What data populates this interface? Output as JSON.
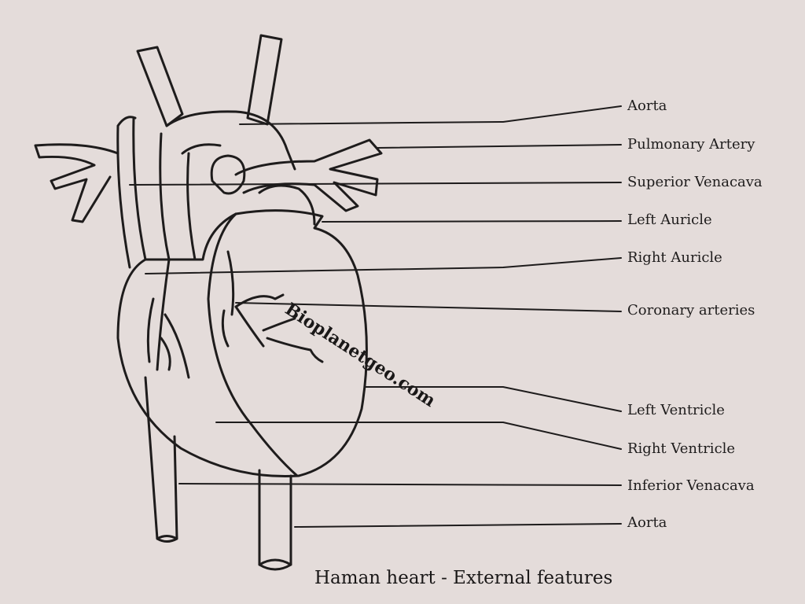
{
  "title": "Haman heart - External features",
  "watermark": "Bioplanetgeo.com",
  "labels": [
    {
      "text": "Aorta"
    },
    {
      "text": "Pulmonary Artery"
    },
    {
      "text": "Superior Venacava"
    },
    {
      "text": "Left Auricle"
    },
    {
      "text": "Right Auricle"
    },
    {
      "text": "Coronary arteries"
    },
    {
      "text": "Left Ventricle"
    },
    {
      "text": "Right Ventricle"
    },
    {
      "text": "Inferior Venacava"
    },
    {
      "text": "Aorta"
    }
  ],
  "colors": {
    "background": "#e4dcda",
    "ink": "#1e1c1c"
  }
}
